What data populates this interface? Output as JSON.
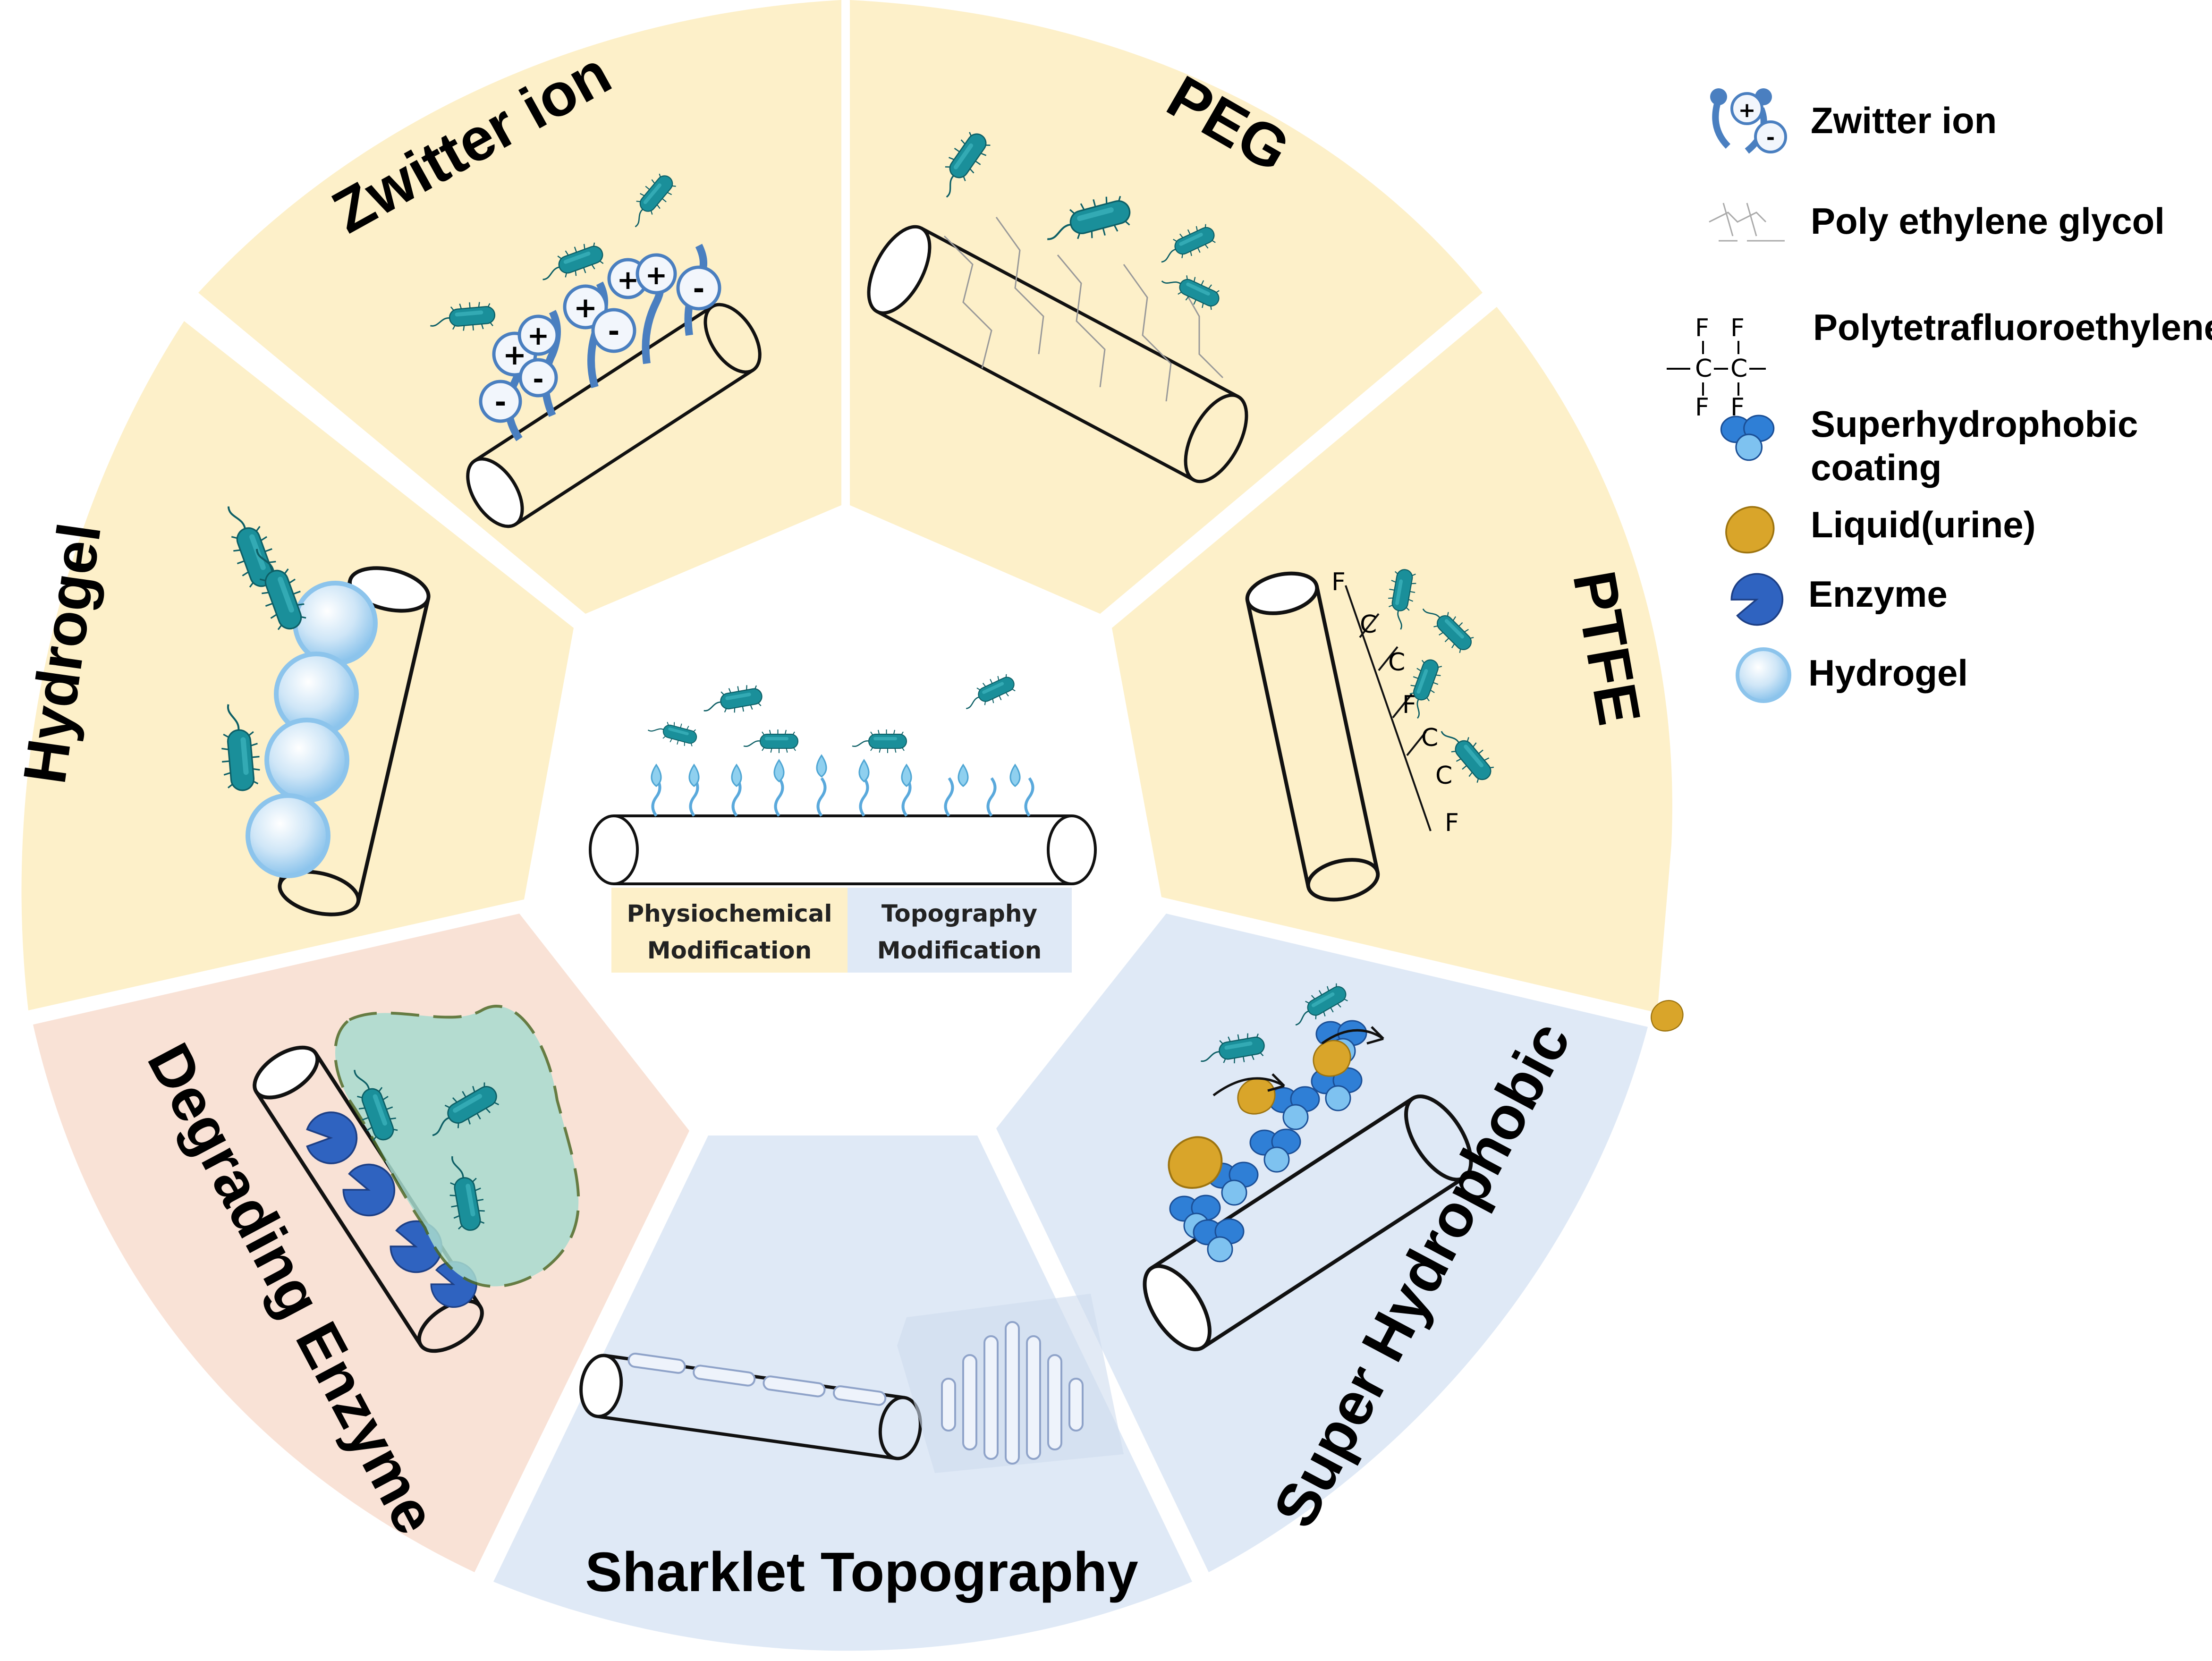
{
  "segments": [
    {
      "label": "Zwitter ion",
      "color": "#fdf0c9"
    },
    {
      "label": "PEG",
      "color": "#fdf0c9"
    },
    {
      "label": "PTFE",
      "color": "#fdf0c9"
    },
    {
      "label": "Super Hydrophobic",
      "color": "#dfe9f6"
    },
    {
      "label": "Sharklet Topography",
      "color": "#dfe9f6"
    },
    {
      "label": "Degrading Enzyme",
      "color": "#f9e2d6"
    },
    {
      "label": "Hydrogel",
      "color": "#fdf0c9"
    }
  ],
  "center": {
    "physio_line1": "Physiochemical",
    "physio_line2": "Modification",
    "topo_line1": "Topography",
    "topo_line2": "Modification",
    "physio_color": "#fdf0c9",
    "topo_color": "#dfe9f6"
  },
  "legend": {
    "zwitter": "Zwitter ion",
    "peg": "Poly ethylene glycol",
    "ptfe": "Polytetrafluoroethylene",
    "superhydro_line1": "Superhydrophobic",
    "superhydro_line2": "coating",
    "liquid": "Liquid(urine)",
    "enzyme": "Enzyme",
    "hydrogel": "Hydrogel"
  },
  "chem": {
    "f": "F",
    "c": "C",
    "plus": "+",
    "minus": "-"
  },
  "colors": {
    "bacteria": "#1a8f9a",
    "enzyme": "#2f63c0",
    "urine": "#d9a52a",
    "hydrogel": "#b9dbf3",
    "superhydro": "#2f7fd6",
    "zwitter": "#4a7fc0"
  }
}
